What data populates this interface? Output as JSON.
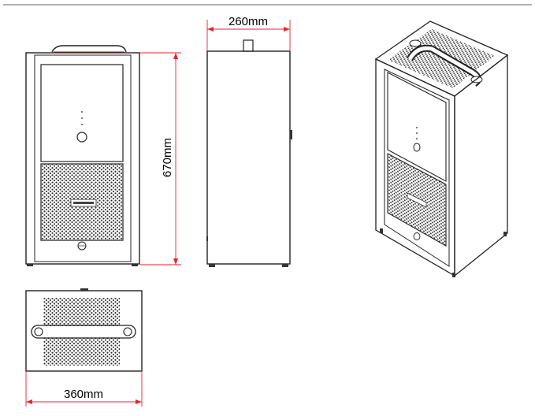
{
  "dimensions": {
    "height": "670mm",
    "depth": "260mm",
    "width": "360mm"
  },
  "colors": {
    "dimension": "#e8222b",
    "outline": "#222222",
    "handle_accent": "#c0392b"
  },
  "icons": {
    "front_power": "power-button-icon",
    "front_logo": "brand-logo-icon"
  }
}
